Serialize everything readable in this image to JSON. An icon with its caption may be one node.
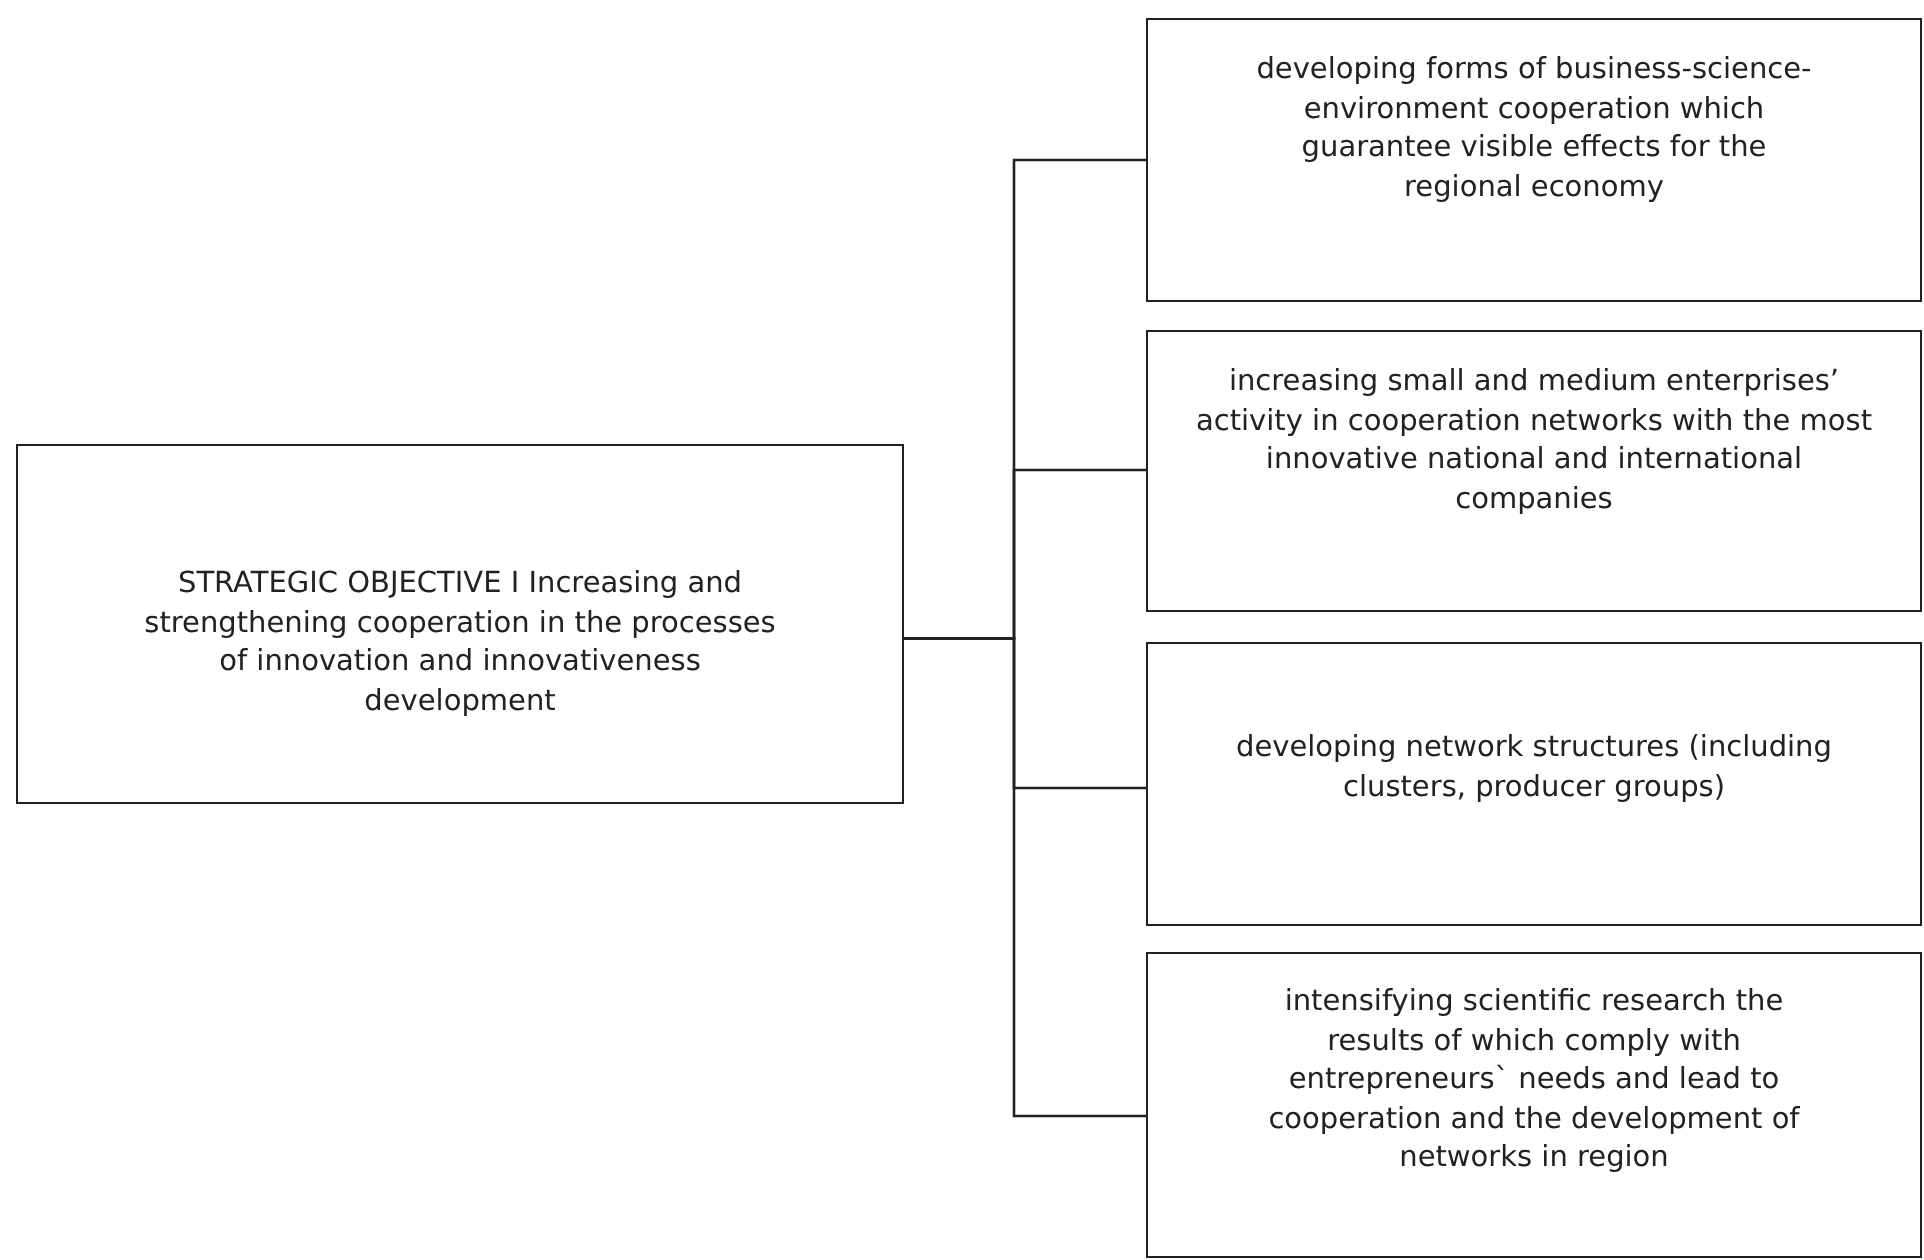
{
  "diagram": {
    "nodes": [
      {
        "text": [
          "STRATEGIC OBJECTIVE I Increasing and strengthening cooperation in the processes of innovation and innovativeness development"
        ]
      },
      {
        "text": [
          "developing forms of business-science-environment cooperation which guarantee visible effects for the regional economy"
        ]
      },
      {
        "text": [
          "increasing small and medium enterprises’ activity in cooperation networks with the most innovative national and international companies"
        ]
      },
      {
        "text": [
          "developing network structures (including clusters, producer groups)"
        ]
      },
      {
        "text": [
          "intensifying scientific research the results of which comply with entrepreneurs` needs and lead to cooperation and the development of networks in region"
        ]
      }
    ],
    "edges": [
      {
        "from": 0,
        "to": 1,
        "arrow": "none"
      },
      {
        "from": 0,
        "to": 2,
        "arrow": "none"
      },
      {
        "from": 0,
        "to": 3,
        "arrow": "none"
      },
      {
        "from": 0,
        "to": 4,
        "arrow": "none"
      }
    ]
  }
}
